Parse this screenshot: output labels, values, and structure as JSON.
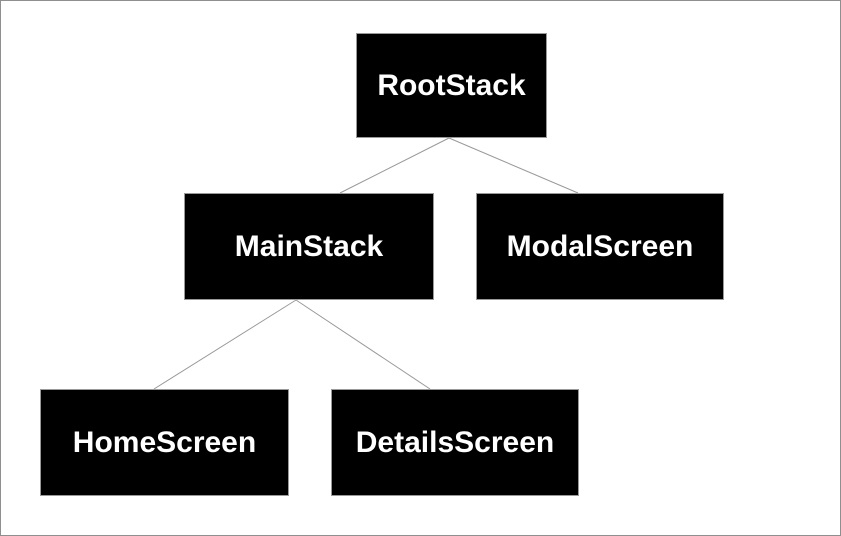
{
  "diagram": {
    "type": "tree",
    "title": "",
    "nodes": [
      {
        "id": "RootStack",
        "label": "RootStack"
      },
      {
        "id": "MainStack",
        "label": "MainStack"
      },
      {
        "id": "ModalScreen",
        "label": "ModalScreen"
      },
      {
        "id": "HomeScreen",
        "label": "HomeScreen"
      },
      {
        "id": "DetailsScreen",
        "label": "DetailsScreen"
      }
    ],
    "edges": [
      {
        "from": "RootStack",
        "to": "MainStack"
      },
      {
        "from": "RootStack",
        "to": "ModalScreen"
      },
      {
        "from": "MainStack",
        "to": "HomeScreen"
      },
      {
        "from": "MainStack",
        "to": "DetailsScreen"
      }
    ],
    "colors": {
      "background": "#ffffff",
      "frame_border": "#8f8f8f",
      "node_fill": "#000000",
      "node_stroke": "#999999",
      "node_text": "#ffffff",
      "edge_line": "#999999"
    }
  }
}
